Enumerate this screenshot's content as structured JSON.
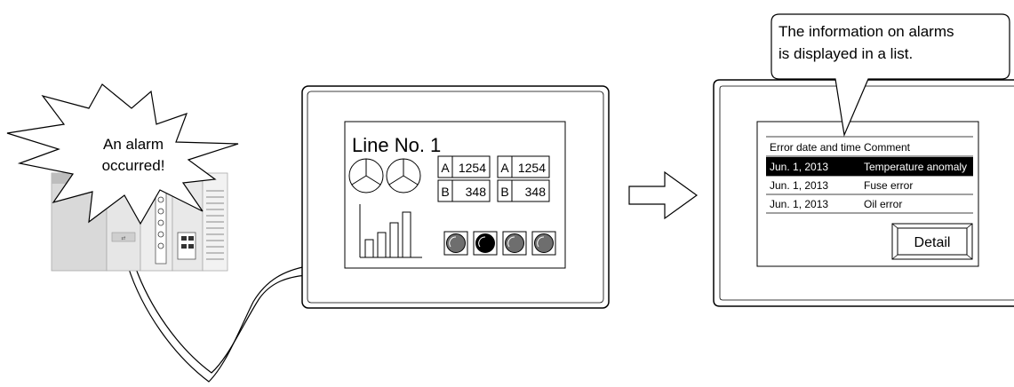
{
  "plc": {
    "burst_text_line1": "An alarm",
    "burst_text_line2": "occurred!"
  },
  "got_screen": {
    "title": "Line No. 1",
    "rows": [
      {
        "cells": [
          {
            "label": "A",
            "value": "1254"
          },
          {
            "label": "A",
            "value": "1254"
          }
        ]
      },
      {
        "cells": [
          {
            "label": "B",
            "value": "348"
          },
          {
            "label": "B",
            "value": "348"
          }
        ]
      }
    ],
    "lamp_colors": [
      "#6e6e6e",
      "#000000",
      "#6e6e6e",
      "#6e6e6e"
    ]
  },
  "alarm_screen": {
    "callout_line1": "The information on alarms",
    "callout_line2": "is displayed in a list.",
    "columns": [
      "Error date and time",
      "Comment"
    ],
    "rows": [
      {
        "date": "Jun. 1, 2013",
        "comment": "Temperature anomaly",
        "selected": true
      },
      {
        "date": "Jun. 1, 2013",
        "comment": "Fuse error",
        "selected": false
      },
      {
        "date": "Jun. 1, 2013",
        "comment": "Oil error",
        "selected": false
      }
    ],
    "detail_button": "Detail"
  }
}
